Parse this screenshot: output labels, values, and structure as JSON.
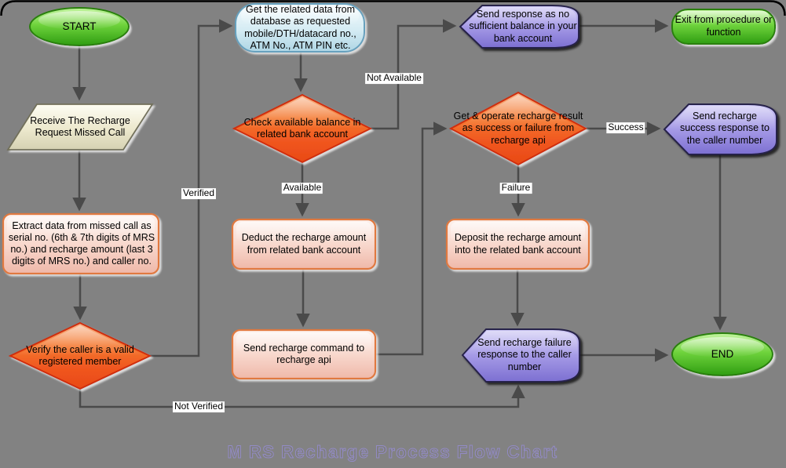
{
  "title": "M RS Recharge Process Flow Chart",
  "nodes": {
    "start": {
      "label": "START",
      "type": "terminator"
    },
    "receive": {
      "label": "Receive The Recharge Request Missed Call",
      "type": "input"
    },
    "extract": {
      "label": "Extract data from missed call as serial no. (6th & 7th digits of MRS no.) and recharge amount (last 3 digits of MRS no.) and caller no.",
      "type": "process"
    },
    "verify": {
      "label": "Verify the caller is a valid registered member",
      "type": "decision"
    },
    "getdata": {
      "label": "Get the related data from database as requested mobile/DTH/datacard no., ATM No., ATM PIN etc.",
      "type": "stored-data"
    },
    "checkbalance": {
      "label": "Check available balance in related bank account",
      "type": "decision"
    },
    "deduct": {
      "label": "Deduct the recharge amount from related bank account",
      "type": "process"
    },
    "sendcommand": {
      "label": "Send recharge command to recharge api",
      "type": "process"
    },
    "nobalance": {
      "label": "Send response as no sufficient balance in your bank account",
      "type": "display"
    },
    "exitproc": {
      "label": "Exit from procedure or function",
      "type": "terminator"
    },
    "getresult": {
      "label": "Get & operate recharge result as success or failure from recharge api",
      "type": "decision"
    },
    "successresp": {
      "label": "Send recharge success response to the caller number",
      "type": "display"
    },
    "deposit": {
      "label": "Deposit the recharge amount into the related bank account",
      "type": "process"
    },
    "failureresp": {
      "label": "Send recharge failure response to the caller number",
      "type": "display"
    },
    "end": {
      "label": "END",
      "type": "terminator"
    }
  },
  "edge_labels": {
    "verified": "Verified",
    "not_verified": "Not Verified",
    "available": "Available",
    "not_available": "Not Available",
    "success": "Success",
    "failure": "Failure"
  },
  "colors": {
    "background": "#828282",
    "connector": "#4a4a4a",
    "terminator_green": "#3fae1c",
    "process_pink": "#f5c8bb",
    "process_border": "#e0793f",
    "decision_orange": "#f0551f",
    "data_blue": "#cfe9f2",
    "display_purple": "#9a8fe0",
    "input_beige": "#ece8cd",
    "label_bg": "#ffffff"
  }
}
